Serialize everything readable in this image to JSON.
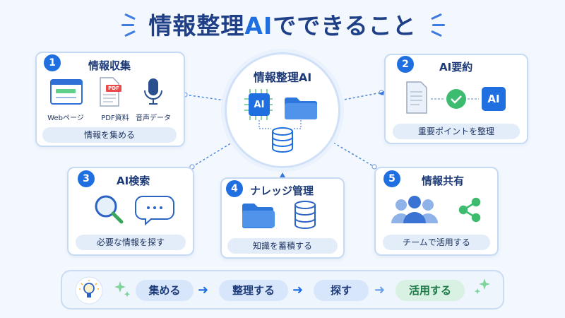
{
  "title": {
    "main": "情報整理",
    "ai": "AI",
    "rest": "でできること"
  },
  "center": {
    "title": "情報整理AI",
    "ai_chip": "AI"
  },
  "cards": [
    {
      "num": "1",
      "title": "情報収集",
      "items": [
        "Webページ",
        "PDF資料",
        "音声データ"
      ],
      "caption": "情報を集める",
      "pdf_tag": "PDF"
    },
    {
      "num": "2",
      "title": "AI要約",
      "ai_chip": "AI",
      "caption": "重要ポイントを整理"
    },
    {
      "num": "3",
      "title": "AI検索",
      "caption": "必要な情報を探す"
    },
    {
      "num": "4",
      "title": "ナレッジ管理",
      "caption": "知識を蓄積する"
    },
    {
      "num": "5",
      "title": "情報共有",
      "caption": "チームで活用する"
    }
  ],
  "flow": {
    "steps": [
      "集める",
      "整理する",
      "探す",
      "活用する"
    ],
    "arrow": "➜"
  },
  "colors": {
    "primary": "#1f6fe0",
    "dark": "#1d3a78",
    "green": "#3dbb6f",
    "border": "#c7daf3"
  }
}
